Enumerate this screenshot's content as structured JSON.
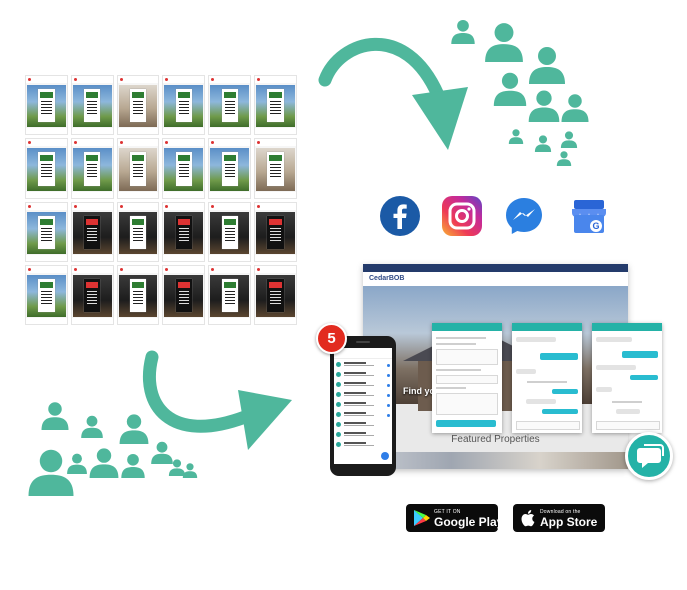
{
  "badge": {
    "count": "5"
  },
  "site": {
    "logo": "CedarBOB",
    "tagline": "Find your",
    "featured": "Featured Properties"
  },
  "stores": {
    "google": {
      "small": "GET IT ON",
      "big": "Google Play"
    },
    "apple": {
      "small": "Download on the",
      "big": "App Store"
    }
  },
  "social_icons": [
    "facebook-icon",
    "instagram-icon",
    "messenger-icon",
    "google-my-business-icon"
  ],
  "colors": {
    "accent_teal": "#4fb79c",
    "chat_teal": "#24b2a7",
    "badge_red": "#e22b1f",
    "facebook_blue": "#1b5aa6",
    "messenger_blue": "#2b7fe0"
  }
}
